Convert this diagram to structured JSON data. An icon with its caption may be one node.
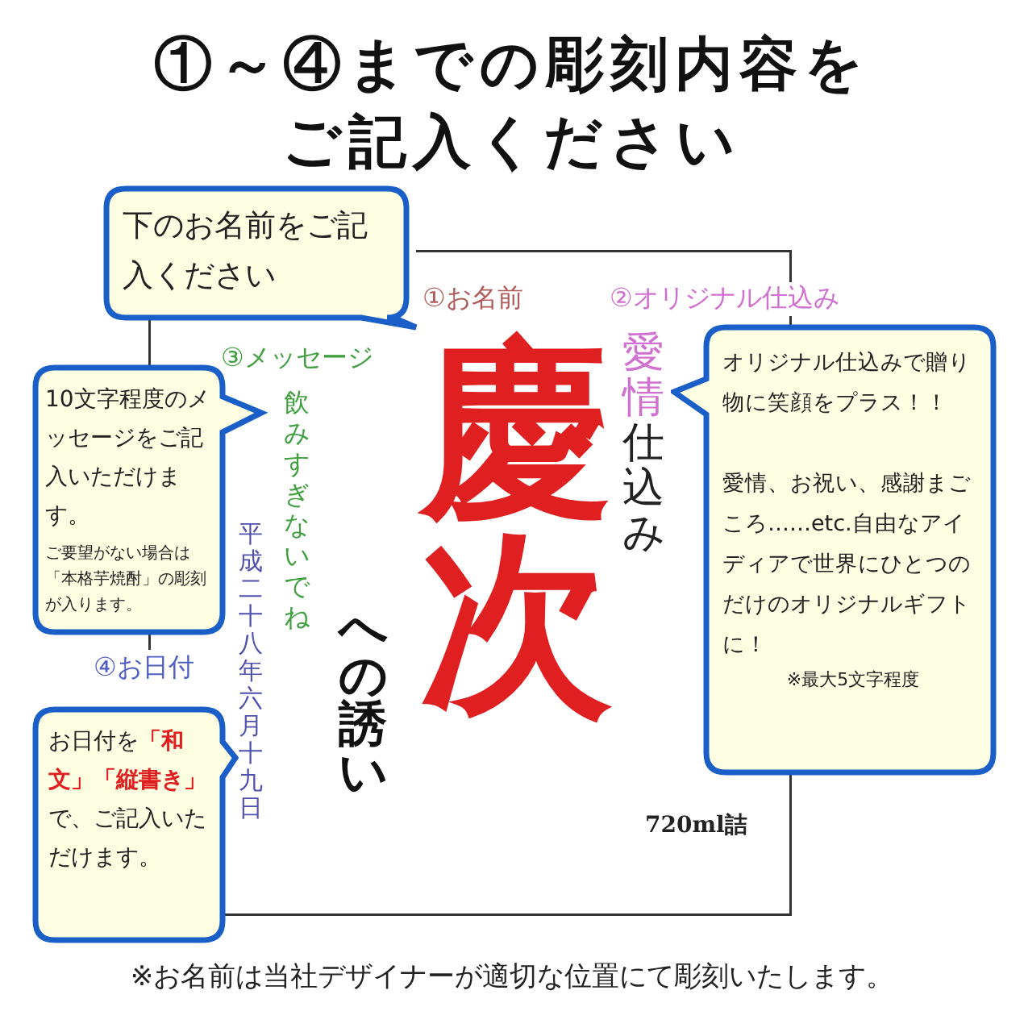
{
  "diagram": {
    "title": "①～④までの彫刻内容をご記入ください",
    "caption": "※お名前は当社デザイナーが適切な位置にて彫刻いたします。",
    "nodes": [
      {
        "text": [],
        "shape": "box"
      },
      {
        "text": [
          "下のお名前をご記入ください"
        ]
      },
      {
        "text": [
          "①お名前"
        ],
        "in": 0
      },
      {
        "text": [
          "慶次"
        ],
        "in": 0
      },
      {
        "text": [
          "への誘い"
        ],
        "in": 0
      },
      {
        "text": [
          "②オリジナル仕込み"
        ],
        "in": 0
      },
      {
        "text": [
          "愛情",
          "仕込み"
        ],
        "in": 0
      },
      {
        "text": [
          "③メッセージ"
        ],
        "in": 0
      },
      {
        "text": [
          "飲みすぎないでね"
        ],
        "in": 0
      },
      {
        "text": [
          "④お日付"
        ]
      },
      {
        "text": [
          "平成二十八年六月十九日"
        ],
        "in": 0
      },
      {
        "text": [
          "720ml詰"
        ],
        "in": 0
      },
      {
        "text": [
          "10文字程度のメッセージをご記入いただけます。",
          "ご要望がない場合は「本格芋焼酎」の彫刻が入ります。"
        ]
      },
      {
        "text": [
          "オリジナル仕込みで贈り物に笑顔をプラス！！",
          "愛情、お祝い、感謝まごころ……etc.自由なアイディアで世界にひとつのだけのオリジナルギフトに！",
          "※最大5文字程度"
        ]
      },
      {
        "text": [
          "お日付を**「和文」「縦書き」**で、ご記入いただけます。"
        ]
      }
    ]
  }
}
